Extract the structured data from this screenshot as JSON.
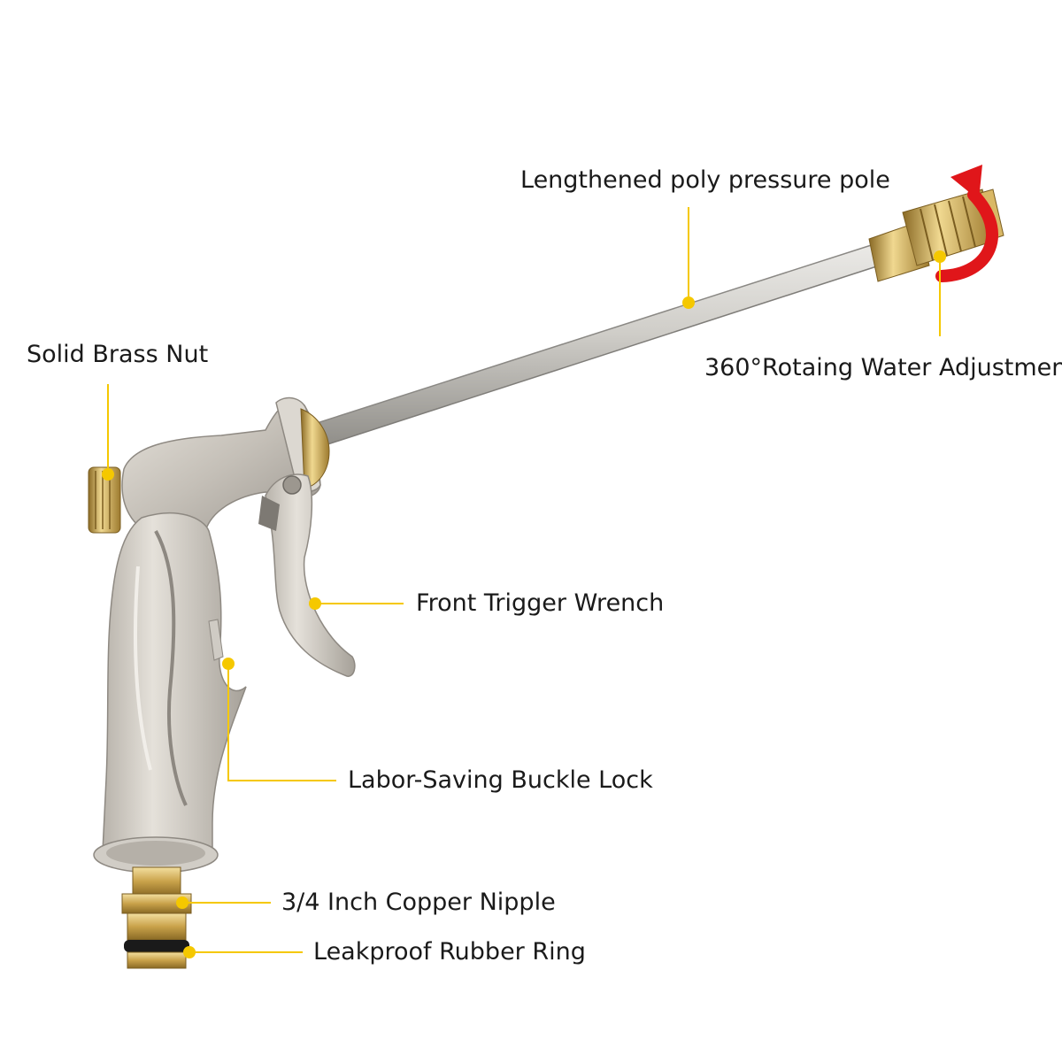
{
  "diagram": {
    "colors": {
      "leader_line": "#f5c800",
      "silver": "#c9c5bf",
      "brass": "#c9a24a",
      "arrow": "#e0161a",
      "background": "#ffffff"
    },
    "labels": {
      "pole": "Lengthened poly pressure pole",
      "rotating": "360°Rotaing Water Adjustmen",
      "nut": "Solid Brass Nut",
      "trigger": "Front Trigger Wrench",
      "lock": "Labor-Saving Buckle Lock",
      "nipple": "3/4 Inch Copper Nipple",
      "ring": "Leakproof Rubber Ring"
    },
    "icons": {
      "rotation": "curved-rotation-arrow-icon"
    }
  }
}
